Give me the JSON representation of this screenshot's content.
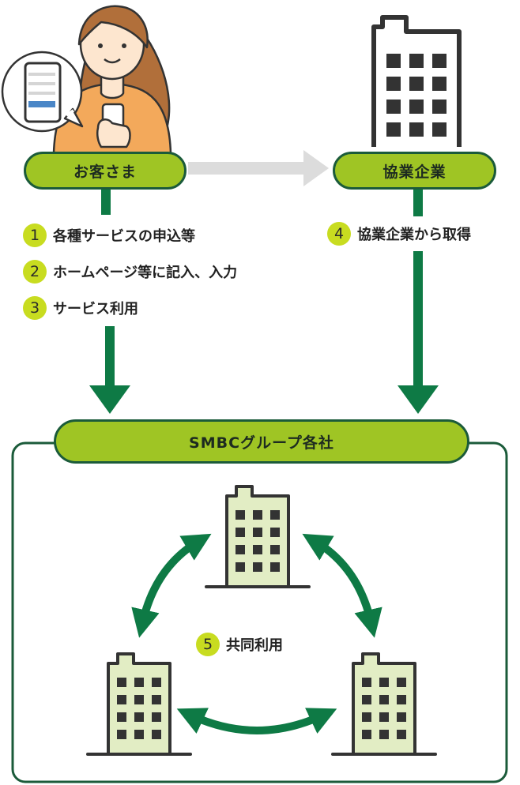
{
  "nodes": {
    "customer": {
      "label": "お客さま"
    },
    "partner": {
      "label": "協業企業"
    },
    "group": {
      "label": "SMBCグループ各社"
    }
  },
  "steps": [
    {
      "number": "1",
      "label": "各種サービスの申込等"
    },
    {
      "number": "2",
      "label": "ホームページ等に記入、入力"
    },
    {
      "number": "3",
      "label": "サービス利用"
    },
    {
      "number": "4",
      "label": "協業企業から取得"
    },
    {
      "number": "5",
      "label": "共同利用"
    }
  ],
  "colors": {
    "pill_fill": "#9fc524",
    "dark_green": "#1b5b3a",
    "arrow_green": "#0e7a45",
    "badge": "#c8dc20",
    "building_light": "#e2edc4",
    "building_dark": "#333333",
    "gray_arrow": "#dcdcdc",
    "skin": "#fde6cf",
    "hair": "#b16f3a",
    "shirt": "#f3a95b"
  },
  "icons": [
    "woman-with-smartphone-icon",
    "smartphone-bubble-icon",
    "office-building-icon"
  ]
}
